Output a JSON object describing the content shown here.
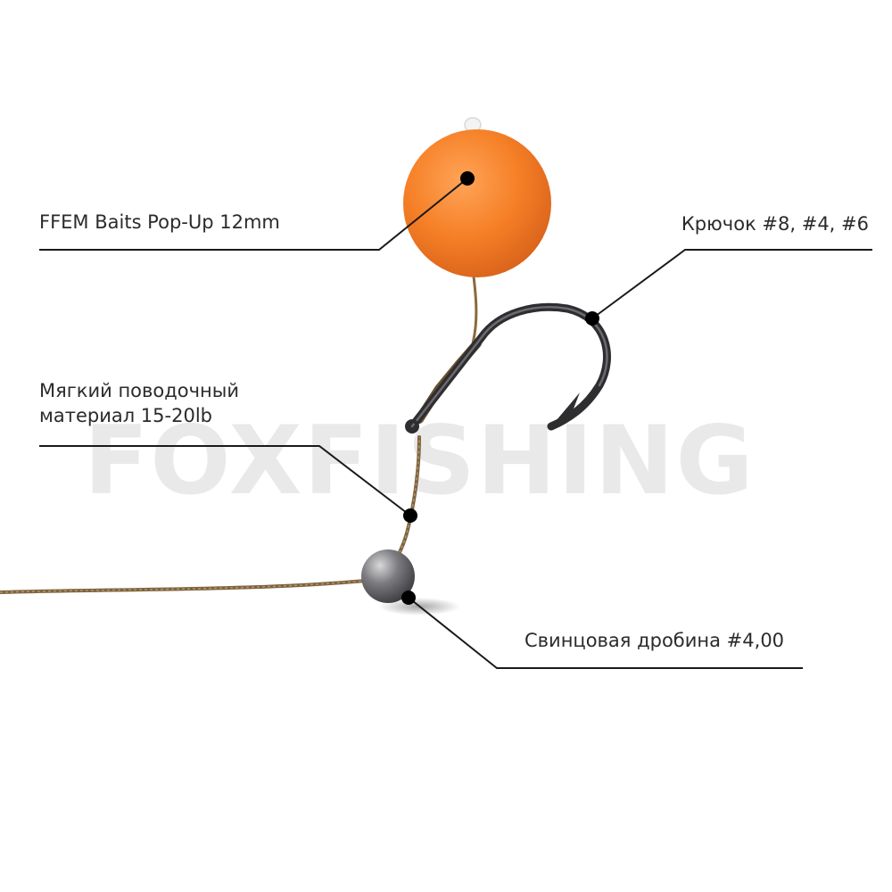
{
  "labels": {
    "popup": "FFEM Baits Pop-Up 12mm",
    "hook": "Крючок #8, #4, #6",
    "leader_line1": "Мягкий поводочный",
    "leader_line2": "материал 15-20lb",
    "shot": "Свинцовая дробина #4,00"
  },
  "watermark": "FOXFISHING",
  "icons": [
    "pop-up-bait-icon",
    "hook-icon",
    "lead-shot-icon"
  ],
  "colors": {
    "background": "#ffffff",
    "text": "#2b2b2b",
    "leader_lines": "#1a1a1a",
    "bait": "#f07a25",
    "hookline": "#8a6a3c",
    "hook": "#2e2e30",
    "shot": "#6a6a6e",
    "watermark": "#e9e9e9"
  }
}
